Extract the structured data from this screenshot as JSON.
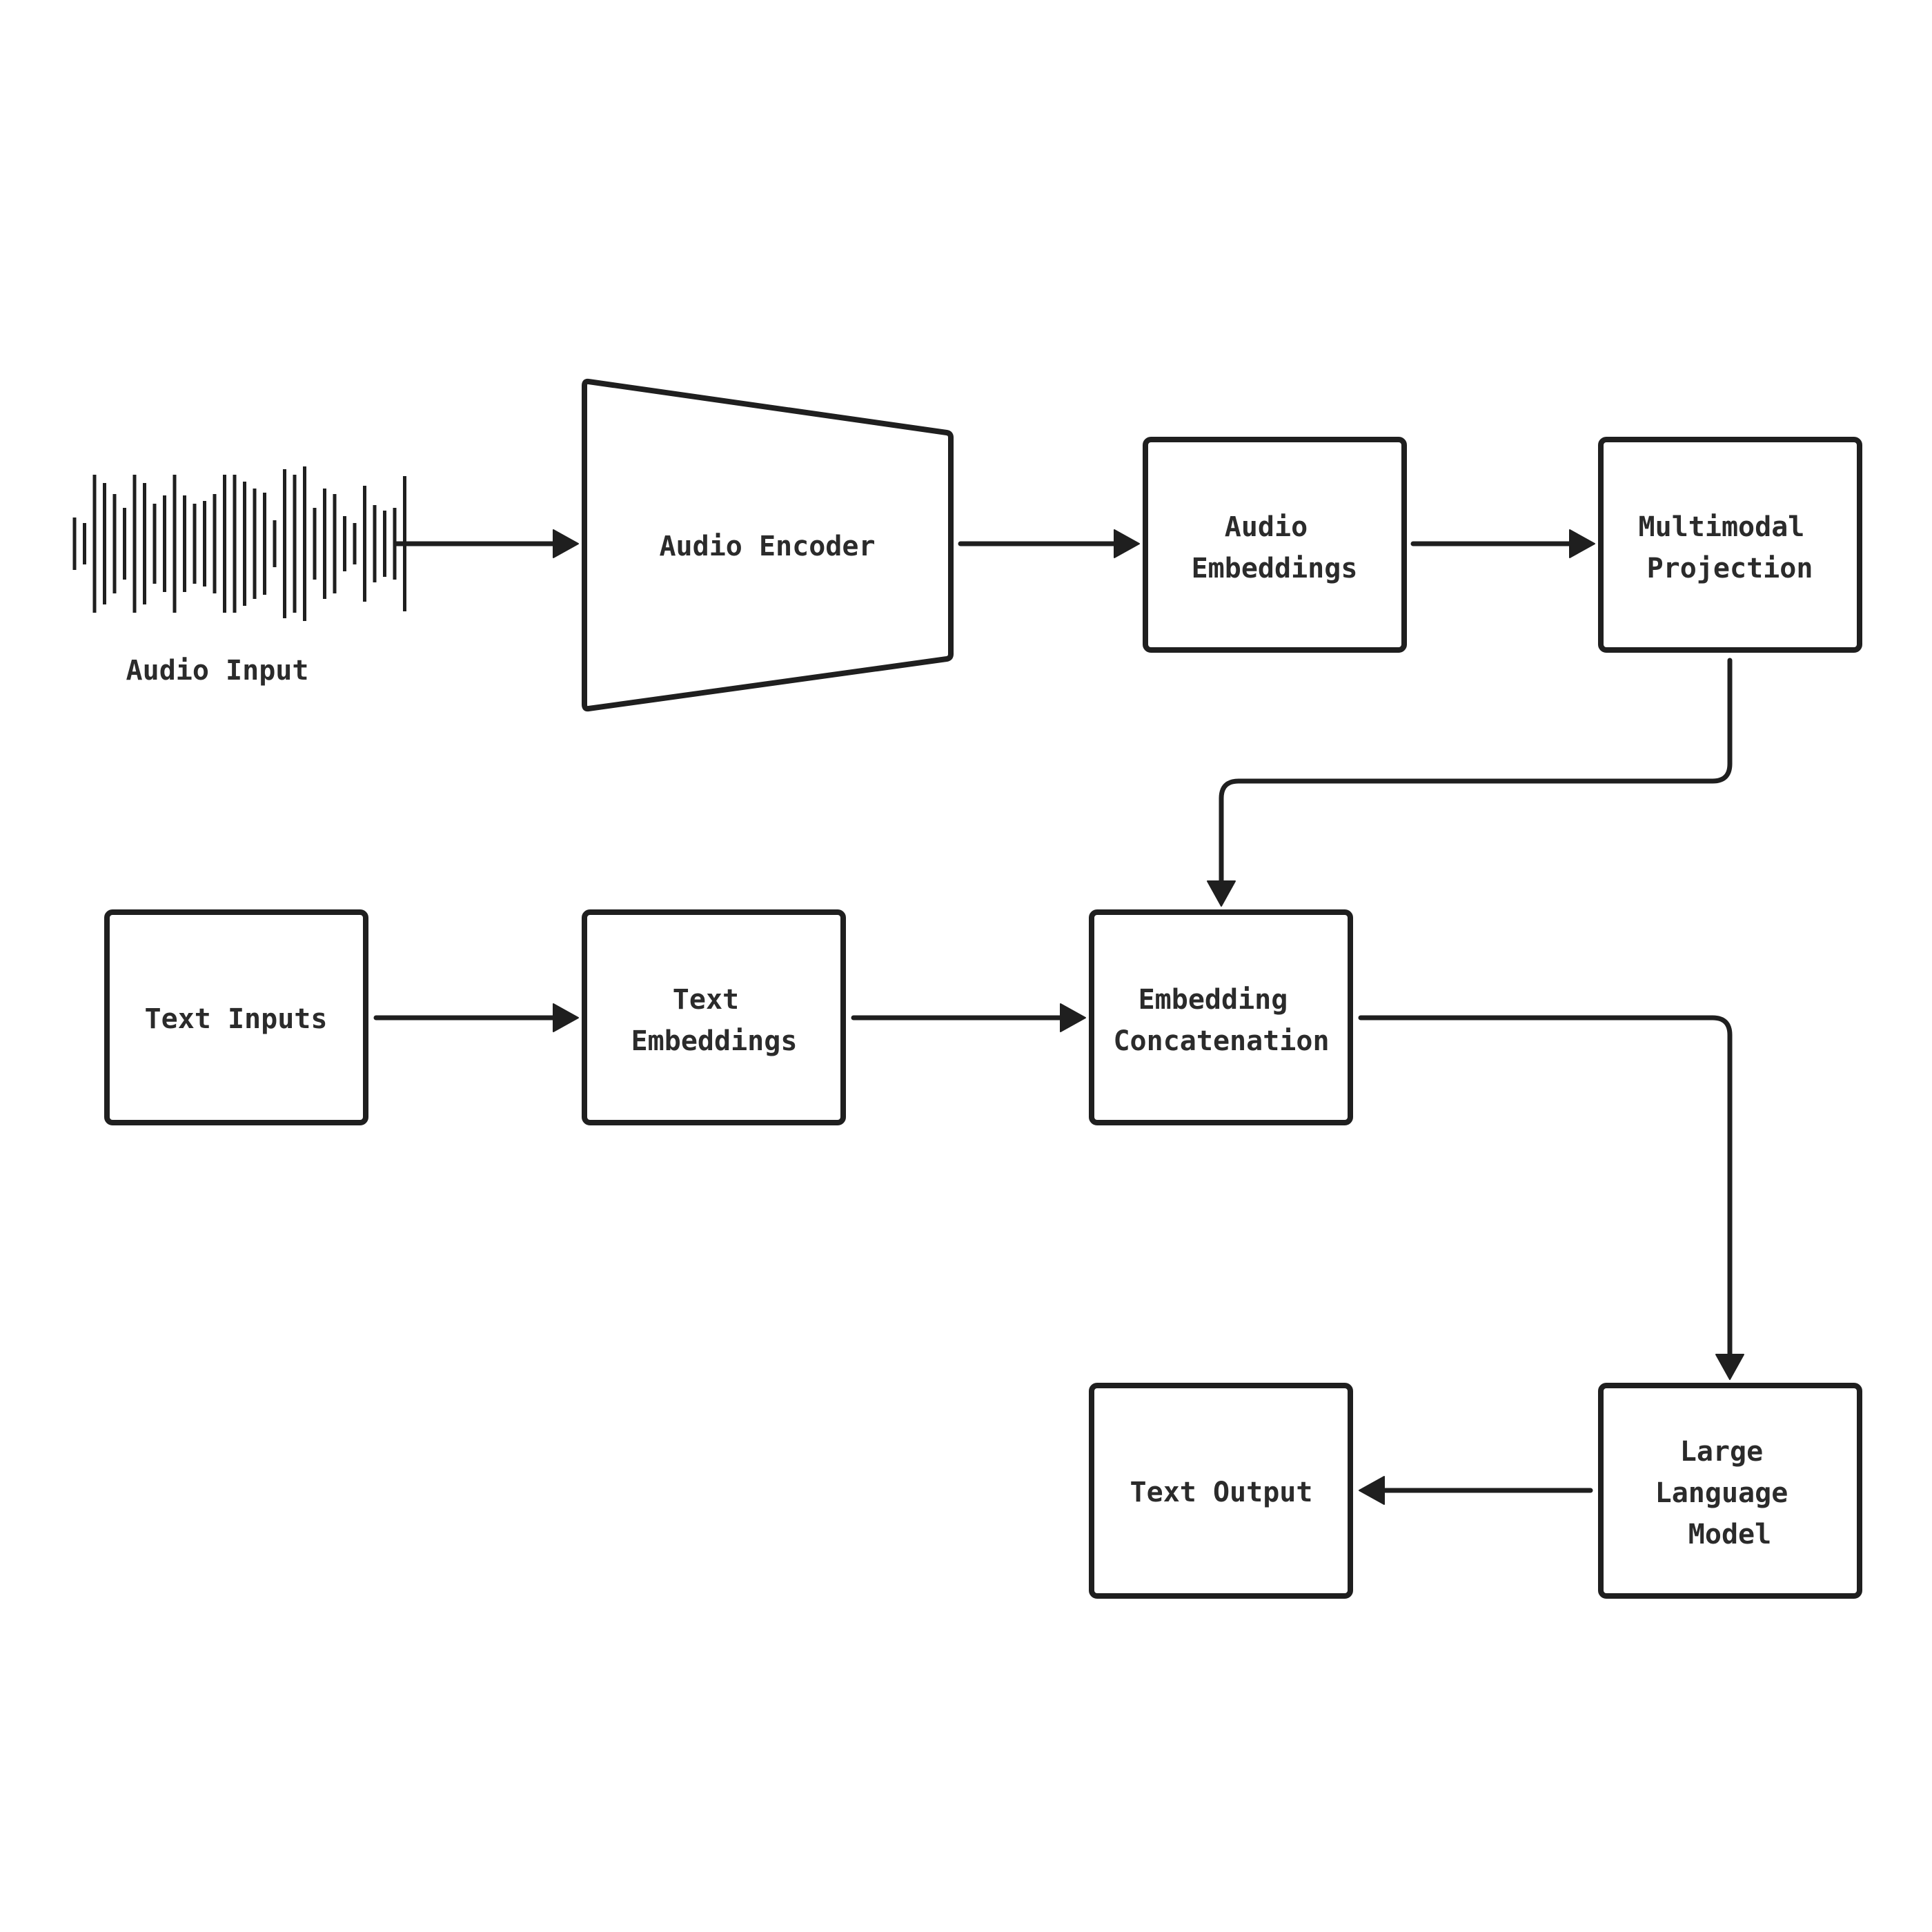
{
  "nodes": {
    "audio_input": {
      "label": "Audio Input"
    },
    "audio_encoder": {
      "label": "Audio Encoder"
    },
    "audio_embeddings": {
      "label": [
        "Audio",
        "Embeddings"
      ]
    },
    "multimodal_projection": {
      "label": [
        "Multimodal",
        "Projection"
      ]
    },
    "text_inputs": {
      "label": "Text Inputs"
    },
    "text_embeddings": {
      "label": [
        "Text",
        "Embeddings"
      ]
    },
    "embedding_concatenation": {
      "label": [
        "Embedding",
        "Concatenation"
      ]
    },
    "large_language_model": {
      "label": [
        "Large",
        "Language",
        "Model"
      ]
    },
    "text_output": {
      "label": "Text Output"
    }
  },
  "edges": [
    {
      "from": "audio_input",
      "to": "audio_encoder"
    },
    {
      "from": "audio_encoder",
      "to": "audio_embeddings"
    },
    {
      "from": "audio_embeddings",
      "to": "multimodal_projection"
    },
    {
      "from": "multimodal_projection",
      "to": "embedding_concatenation"
    },
    {
      "from": "text_inputs",
      "to": "text_embeddings"
    },
    {
      "from": "text_embeddings",
      "to": "embedding_concatenation"
    },
    {
      "from": "embedding_concatenation",
      "to": "large_language_model"
    },
    {
      "from": "large_language_model",
      "to": "text_output"
    }
  ],
  "style": {
    "stroke_color": "#1f1f1f",
    "text_color": "#2b2b2b",
    "background": "#ffffff"
  }
}
